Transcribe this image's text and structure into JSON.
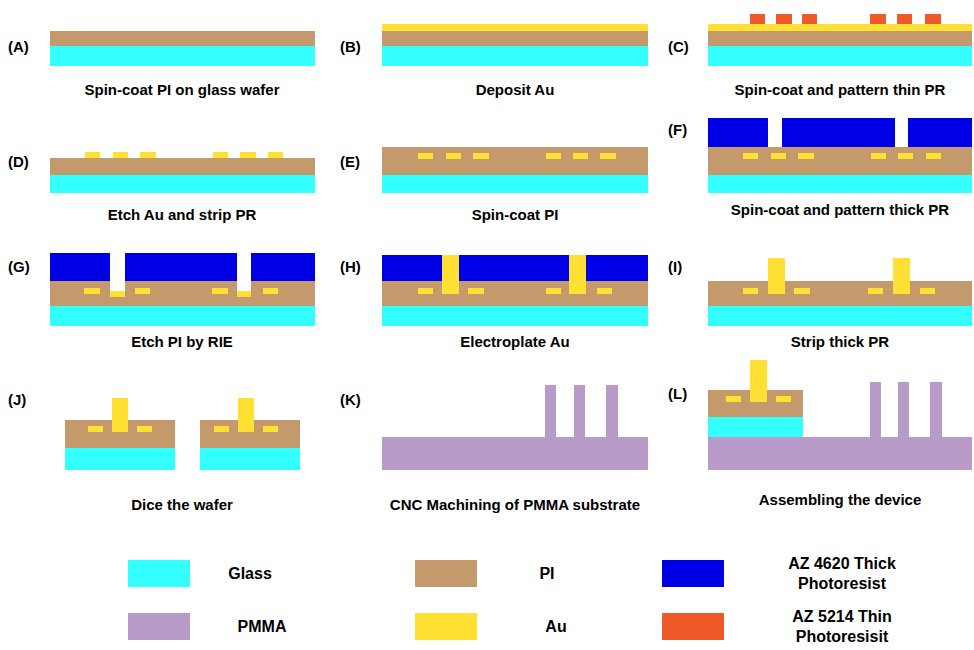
{
  "diagram": {
    "labels": [
      "(A)",
      "Spin-coat PI on glass wafer",
      "(B)",
      "Deposit Au",
      "(C)",
      "Spin-coat and pattern thin PR",
      "(D)",
      "Etch Au and strip PR",
      "(E)",
      "Spin-coat PI",
      "(F)",
      "Spin-coat and pattern thick PR",
      "(G)",
      "Etch PI by RIE",
      "(H)",
      "Electroplate Au",
      "(I)",
      "Strip thick PR",
      "(J)",
      "Dice the wafer",
      "(K)",
      "CNC Machining of PMMA substrate",
      "(L)",
      "Assembling the device"
    ],
    "legend": [
      {
        "text": "Glass",
        "color": "#33FFFF"
      },
      {
        "text": "PI",
        "color": "#C49A6C"
      },
      {
        "text": "AZ 4620 Thick Photoresist",
        "color": "#0000E6"
      },
      {
        "text": "PMMA",
        "color": "#B99BC9"
      },
      {
        "text": "Au",
        "color": "#FFE033"
      },
      {
        "text": "AZ 5214 Thin Photoresisit",
        "color": "#F05A28"
      }
    ]
  }
}
